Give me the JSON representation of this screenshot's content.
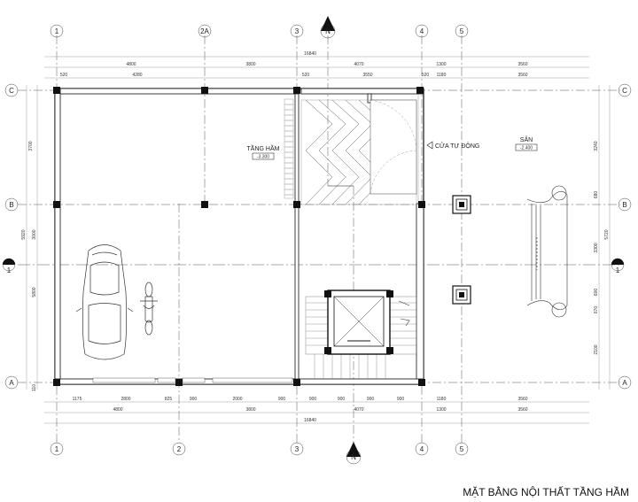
{
  "title": "MẶT BẰNG  NỘI THẤT TẦNG HẦM",
  "grid_top": [
    "1",
    "2A",
    "3",
    "4",
    "5"
  ],
  "grid_bottom": [
    "1",
    "2",
    "3",
    "4",
    "5"
  ],
  "grid_rows": [
    "C",
    "B",
    "A"
  ],
  "section_marks": [
    "1",
    "1"
  ],
  "north_mark": "N",
  "dims_top_overall": "16840",
  "dims_top_1": [
    "4800",
    "3800",
    "4070",
    "1300",
    "3560"
  ],
  "dims_top_2": [
    "520",
    "4280",
    "520",
    "3550",
    "520",
    "1180",
    "3560"
  ],
  "dims_bottom_1": [
    "1175",
    "2800",
    "825",
    "900",
    "2000",
    "900",
    "900",
    "900",
    "900",
    "900",
    "1180",
    "3560"
  ],
  "dims_bottom_2": [
    "4800",
    "3800",
    "4070",
    "1300",
    "3560"
  ],
  "dims_bottom_overall": "16840",
  "dims_left": [
    "3700",
    "5920",
    "3000",
    "5800",
    "110"
  ],
  "dims_right": [
    "3240",
    "680",
    "3300",
    "600",
    "670",
    "2100",
    "5720"
  ],
  "room_basement": {
    "name": "TẦNG HẦM",
    "level": "-3.300"
  },
  "room_yard": {
    "name": "SÂN",
    "level": "-2.400"
  },
  "door_label": "CỬA TỰ ĐỘNG"
}
